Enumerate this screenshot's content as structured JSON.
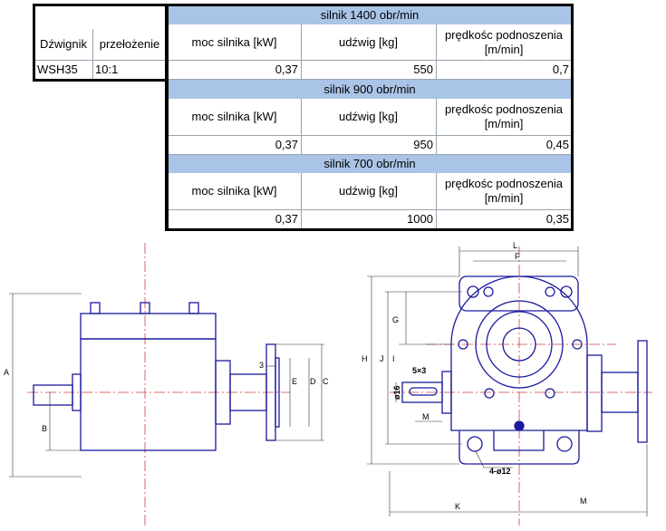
{
  "left_table": {
    "header_lever": "Dźwignik",
    "header_ratio": "przełożenie",
    "model": "WSH35",
    "ratio": "10:1"
  },
  "blocks": [
    {
      "title": "silnik 1400 obr/min",
      "col_power": "moc silnika [kW]",
      "col_load": "udźwig [kg]",
      "col_speed_l1": "prędkośc podnoszenia",
      "col_speed_l2": "[m/min]",
      "power": "0,37",
      "load": "550",
      "speed": "0,7"
    },
    {
      "title": "silnik 900 obr/min",
      "col_power": "moc silnika [kW]",
      "col_load": "udźwig [kg]",
      "col_speed_l1": "prędkośc podnoszenia",
      "col_speed_l2": "[m/min]",
      "power": "0,37",
      "load": "950",
      "speed": "0,45"
    },
    {
      "title": "silnik 700 obr/min",
      "col_power": "moc silnika [kW]",
      "col_load": "udźwig [kg]",
      "col_speed_l1": "prędkośc podnoszenia",
      "col_speed_l2": "[m/min]",
      "power": "0,37",
      "load": "1000",
      "speed": "0,35"
    }
  ],
  "drawing_labels": {
    "A": "A",
    "B": "B",
    "C": "C",
    "D": "D",
    "E": "E",
    "dim3": "3",
    "L": "L",
    "F": "F",
    "G": "G",
    "H": "H",
    "J": "J",
    "I": "I",
    "M_top": "M",
    "M_bottom": "M",
    "K": "K",
    "keyway": "5×3",
    "shaft_dia": "ø16",
    "holes": "4-ø12"
  },
  "colors": {
    "header": "#a9c4e6",
    "drawing": "#1a1a9e",
    "centerline": "#d04040"
  }
}
